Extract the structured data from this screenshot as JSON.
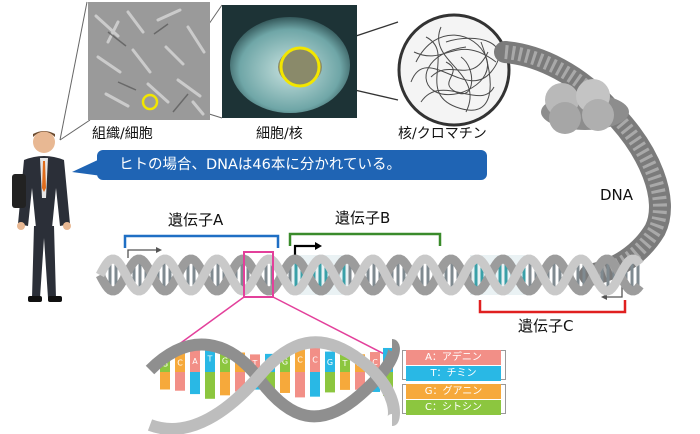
{
  "labels": {
    "tissue_cell": "組織/細胞",
    "cell_nucleus": "細胞/核",
    "nucleus_chromatin": "核/クロマチン",
    "dna": "DNA"
  },
  "banner": "ヒトの場合、DNAは46本に分かれている。",
  "genes": {
    "a": "遺伝子A",
    "b": "遺伝子B",
    "c": "遺伝子C"
  },
  "base_legend": [
    {
      "text": "A：アデニン",
      "color": "#f28f87"
    },
    {
      "text": "T：チミン",
      "color": "#29b8e5"
    },
    {
      "text": "G：グアニン",
      "color": "#f6a93b"
    },
    {
      "text": "C：シトシン",
      "color": "#8cc63f"
    }
  ],
  "helix_letters": [
    "G",
    "C",
    "A",
    "T",
    "G",
    "C",
    "T",
    "A",
    "G",
    "C",
    "C",
    "G",
    "T",
    "A",
    "C",
    "G"
  ],
  "colors": {
    "banner": "#1f64b4",
    "gene_a": "#1f6fc4",
    "gene_b": "#3a8b2b",
    "gene_c": "#e02020",
    "zoom_frame": "#e3409b",
    "highlight_circle": "#f2e600"
  }
}
